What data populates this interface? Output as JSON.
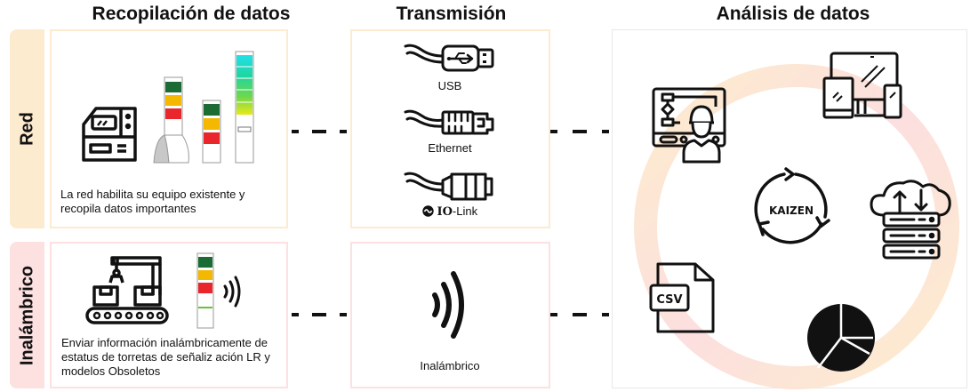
{
  "columns": {
    "collect_title": "Recopilación de datos",
    "transmission_title": "Transmisión",
    "analysis_title": "Análisis de datos"
  },
  "rows": {
    "red_label": "Red",
    "wireless_label": "Inalámbrico"
  },
  "collect": {
    "red_caption": "La red habilita su equipo existente y recopila datos importantes",
    "wireless_caption": "Enviar información inalámbricamente de estatus de torretas de señaliz ación LR y modelos Obsoletos"
  },
  "transmission": {
    "usb_label": "USB",
    "ethernet_label": "Ethernet",
    "iolink_bold": "IO",
    "iolink_rest": "-Link",
    "wireless_label": "Inalámbrico"
  },
  "analysis": {
    "kaizen_label": "KAIZEN",
    "csv_label": "CSV",
    "icons": [
      "engineer-flowchart-icon",
      "devices-icon",
      "cloud-server-icon",
      "csv-file-icon",
      "pie-chart-icon",
      "kaizen-cycle-icon"
    ]
  },
  "colors": {
    "red_row_tint": "#fdebd0",
    "wireless_row_tint": "#fde0e0",
    "tower_green": "#1b6b35",
    "tower_amber": "#f5b800",
    "tower_red": "#e8262b",
    "ring_orange": "#fde9c4",
    "ring_pink": "#fbd9d9"
  }
}
